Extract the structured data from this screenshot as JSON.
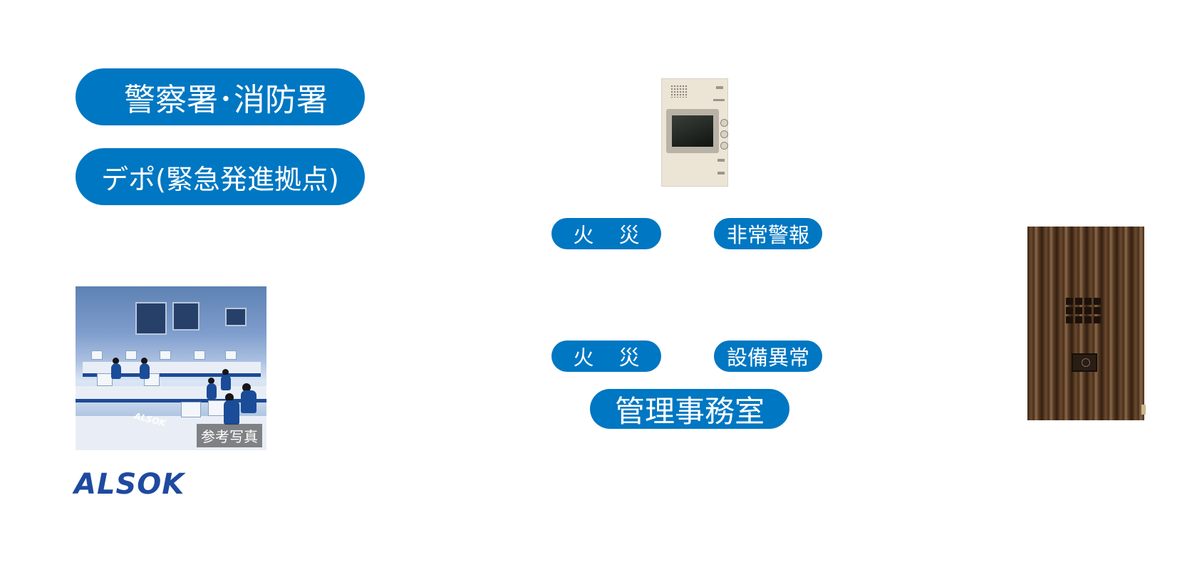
{
  "labels": {
    "police_fire": "警察署･消防署",
    "depot": "デポ(緊急発進拠点)",
    "fire_upper": "火 災",
    "emergency_alarm": "非常警報",
    "fire_lower": "火 災",
    "equipment_error": "設備異常",
    "management_office": "管理事務室"
  },
  "photo": {
    "caption": "参考写真",
    "brand_mark": "ALSOK"
  },
  "logo": {
    "text": "ALSOK",
    "color": "#1e4aa0"
  },
  "colors": {
    "accent": "#0077c2",
    "label_text": "#ffffff"
  },
  "icons": {
    "intercom": "intercom-panel-icon",
    "door": "entrance-door-icon"
  }
}
